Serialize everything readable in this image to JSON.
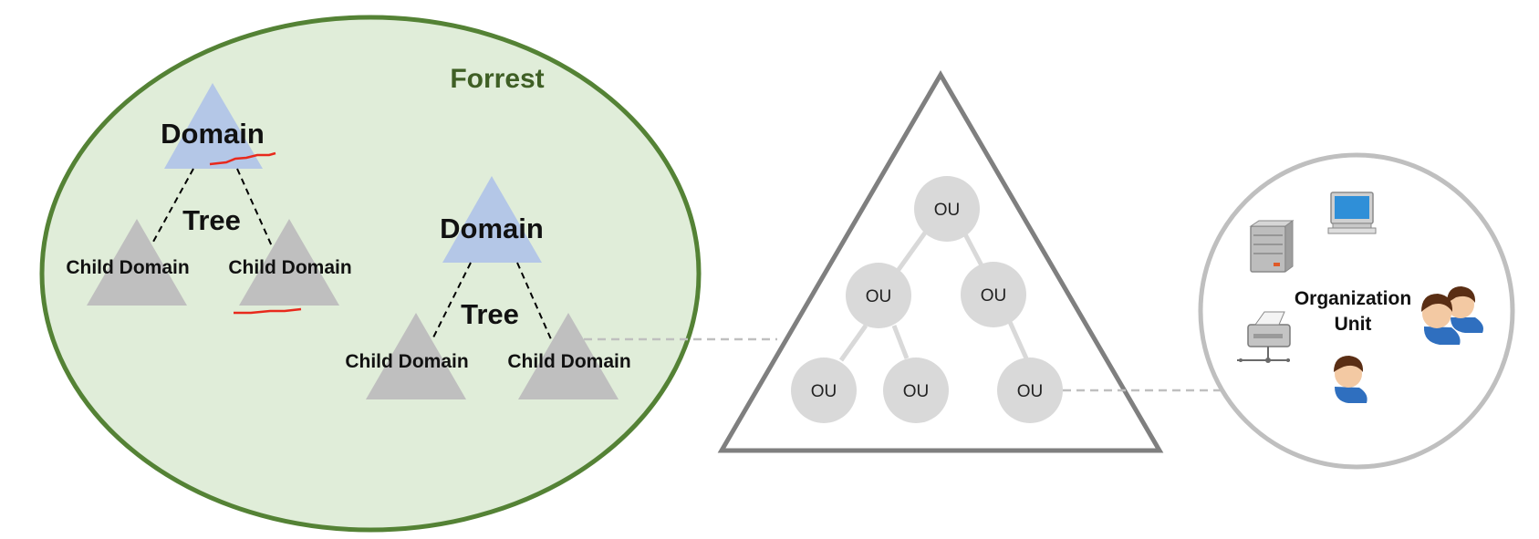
{
  "forest": {
    "title": "Forrest",
    "trees": [
      {
        "domain_label": "Domain",
        "tree_label": "Tree",
        "children": [
          "Child Domain",
          "Child Domain"
        ]
      },
      {
        "domain_label": "Domain",
        "tree_label": "Tree",
        "children": [
          "Child Domain",
          "Child Domain"
        ]
      }
    ]
  },
  "ou_tree": {
    "nodes": [
      "OU",
      "OU",
      "OU",
      "OU",
      "OU",
      "OU"
    ]
  },
  "org_unit": {
    "label_line1": "Organization",
    "label_line2": "Unit",
    "icons": [
      "server-icon",
      "monitor-icon",
      "printer-icon",
      "users-icon",
      "user-icon"
    ]
  },
  "colors": {
    "forest_fill": "#e0edd9",
    "forest_stroke": "#548235",
    "forest_title": "#3f5f25",
    "domain_fill": "#b4c7e7",
    "child_fill": "#bfbfbf",
    "ou_fill": "#d9d9d9",
    "triangle_stroke": "#7f7f7f",
    "circle_stroke": "#bfbfbf",
    "mark_red": "#e8291c"
  }
}
